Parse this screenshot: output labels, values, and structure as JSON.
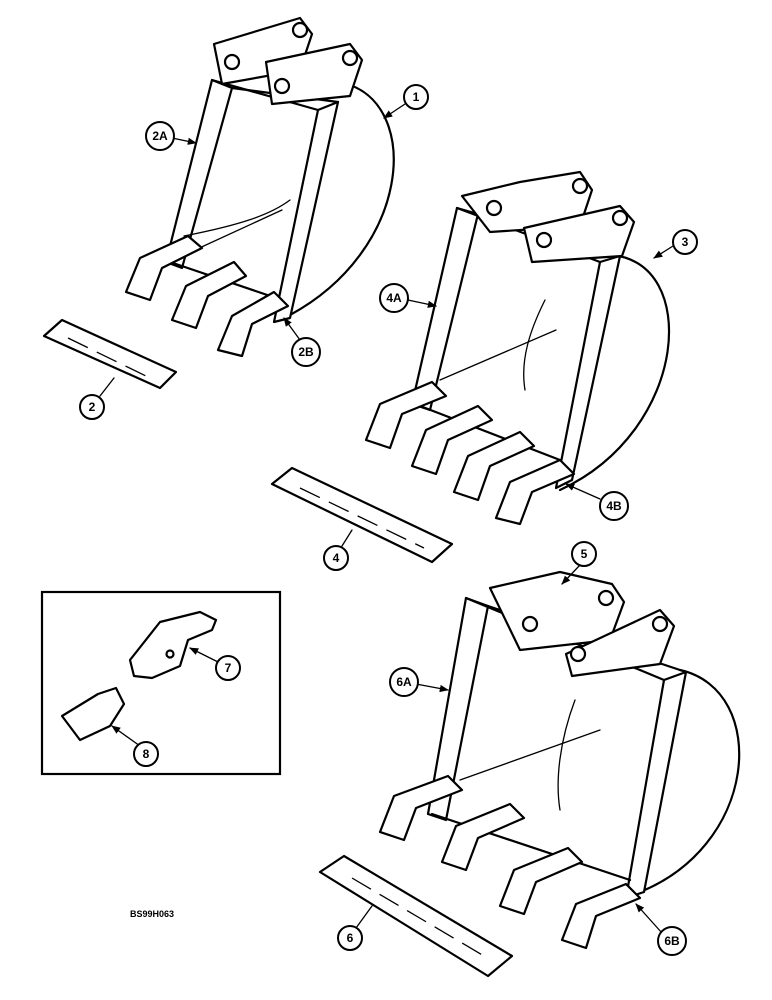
{
  "callouts": {
    "c1": "1",
    "c2a": "2A",
    "c2b": "2B",
    "c2": "2",
    "c3": "3",
    "c4a": "4A",
    "c4b": "4B",
    "c4": "4",
    "c5": "5",
    "c6a": "6A",
    "c6b": "6B",
    "c6": "6",
    "c7": "7",
    "c8": "8"
  },
  "reference_code": "BS99H063"
}
